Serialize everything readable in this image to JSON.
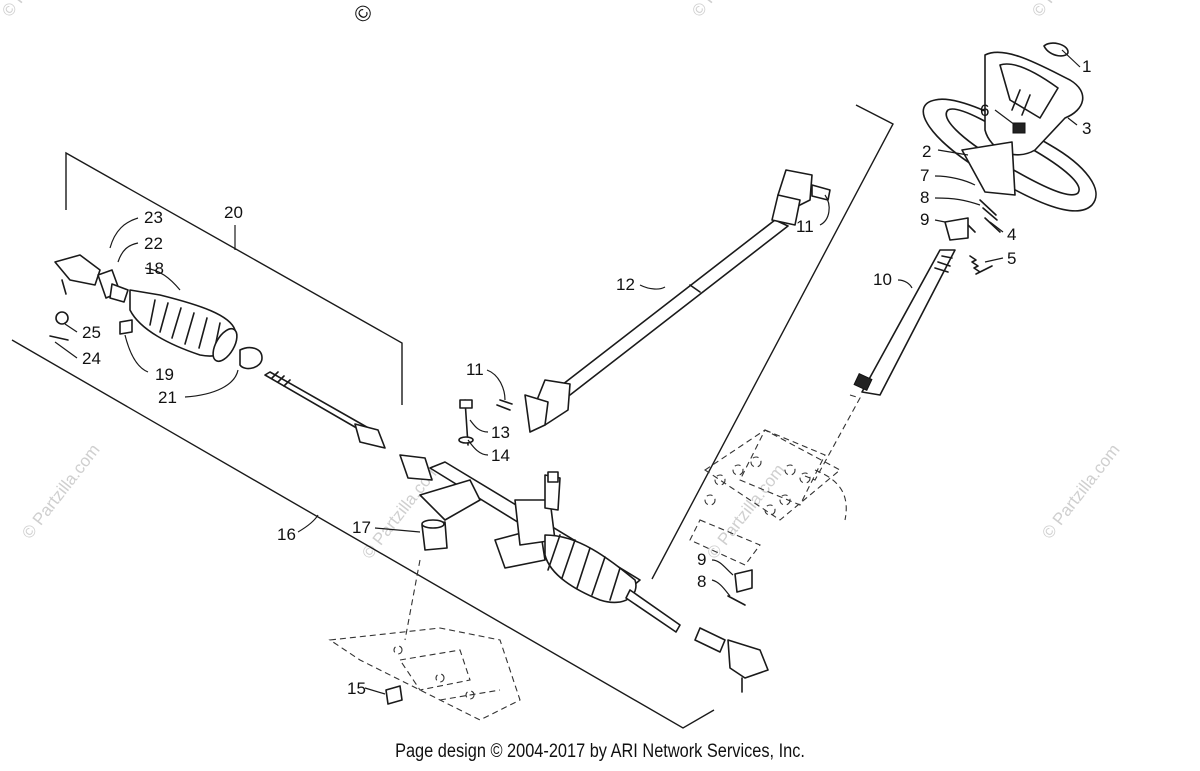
{
  "diagram": {
    "callouts": [
      "1",
      "2",
      "3",
      "4",
      "5",
      "6",
      "7",
      "8",
      "9",
      "10",
      "11",
      "12",
      "13",
      "14",
      "15",
      "16",
      "17",
      "18",
      "19",
      "20",
      "21",
      "22",
      "23",
      "24",
      "25"
    ],
    "duplicate_callouts": {
      "c11b": "11",
      "c9b": "9",
      "c8b": "8"
    },
    "watermark": "© Partzilla.com",
    "top_copyright": "©"
  },
  "footer": {
    "text": "Page design © 2004-2017 by ARI Network Services, Inc."
  }
}
